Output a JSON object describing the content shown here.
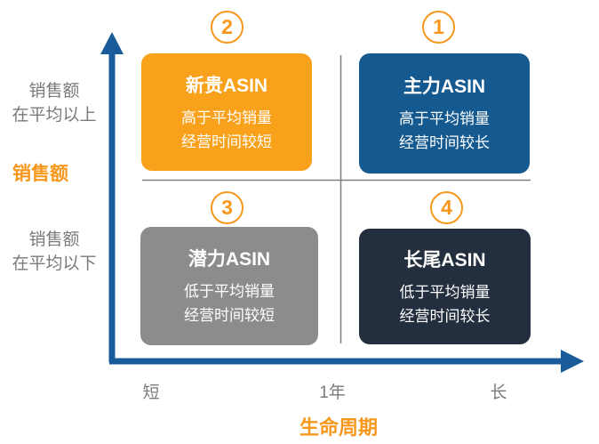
{
  "colors": {
    "accent_orange": "#F7981D",
    "box_orange": "#F9A11B",
    "box_blue": "#14598F",
    "box_gray": "#8C8C8C",
    "box_dark": "#232F3E",
    "axis_blue": "#1A5C99",
    "divider_gray": "#808080",
    "label_gray": "#7A7A7A"
  },
  "y_axis": {
    "title": "销售额",
    "above_line1": "销售额",
    "above_line2": "在平均以上",
    "below_line1": "销售额",
    "below_line2": "在平均以下"
  },
  "x_axis": {
    "title": "生命周期",
    "tick_short": "短",
    "tick_mid": "1年",
    "tick_long": "长"
  },
  "quadrants": [
    {
      "badge": "1",
      "title": "主力ASIN",
      "line1": "高于平均销量",
      "line2": "经营时间较长",
      "color": "#14598F"
    },
    {
      "badge": "2",
      "title": "新贵ASIN",
      "line1": "高于平均销量",
      "line2": "经营时间较短",
      "color": "#F9A11B"
    },
    {
      "badge": "3",
      "title": "潜力ASIN",
      "line1": "低于平均销量",
      "line2": "经营时间较短",
      "color": "#8C8C8C"
    },
    {
      "badge": "4",
      "title": "长尾ASIN",
      "line1": "低于平均销量",
      "line2": "经营时间较长",
      "color": "#232F3E"
    }
  ]
}
